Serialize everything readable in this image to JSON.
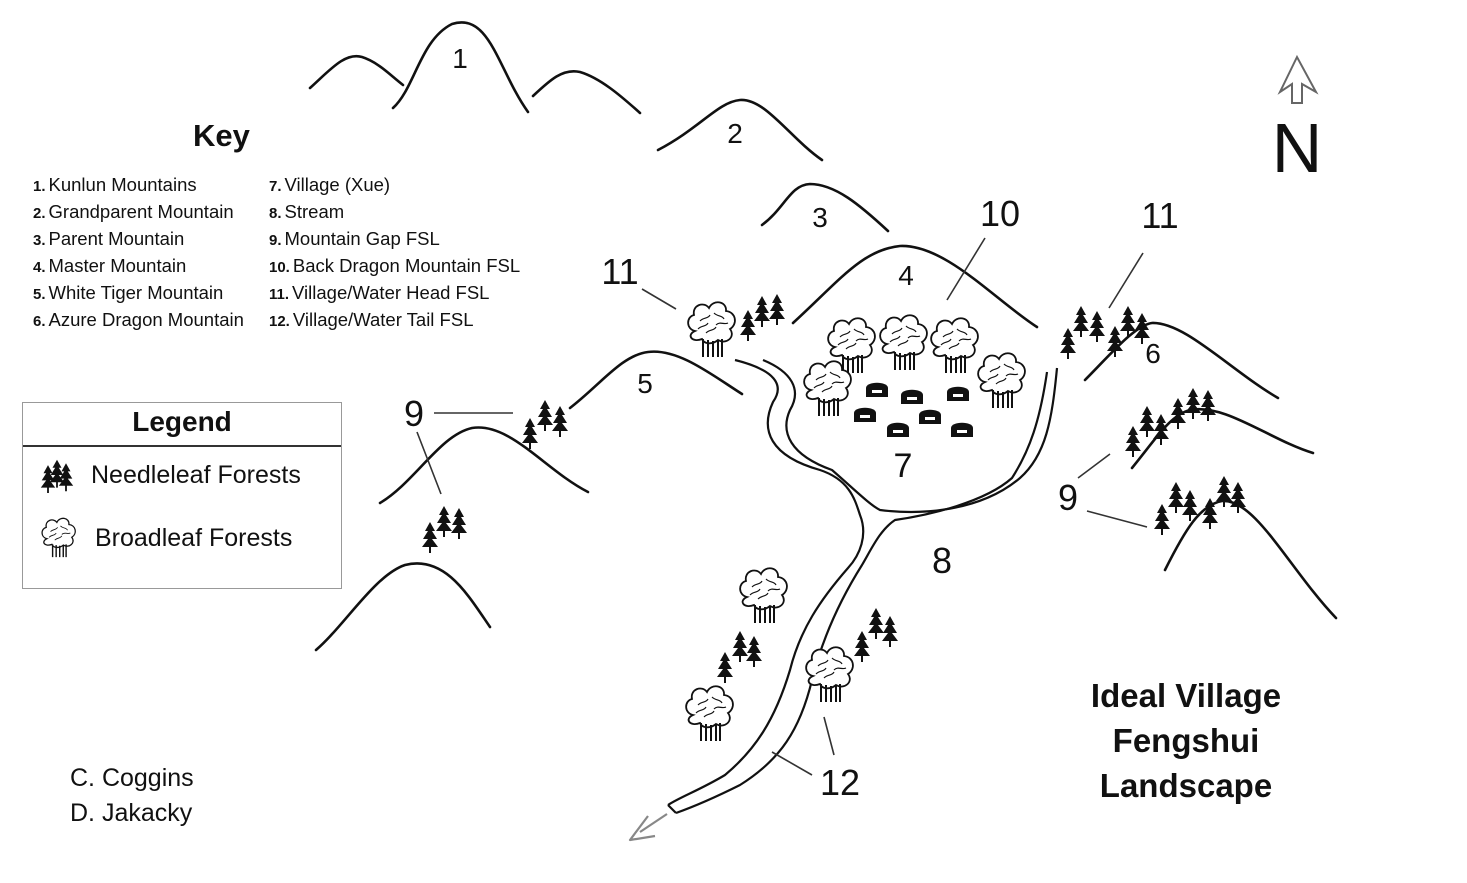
{
  "key": {
    "title": "Key",
    "items": [
      {
        "num": "1.",
        "label": "Kunlun Mountains"
      },
      {
        "num": "2.",
        "label": "Grandparent Mountain"
      },
      {
        "num": "3.",
        "label": "Parent Mountain"
      },
      {
        "num": "4.",
        "label": "Master Mountain"
      },
      {
        "num": "5.",
        "label": "White Tiger Mountain"
      },
      {
        "num": "6.",
        "label": "Azure Dragon Mountain"
      },
      {
        "num": "7.",
        "label": "Village (Xue)"
      },
      {
        "num": "8.",
        "label": "Stream"
      },
      {
        "num": "9.",
        "label": "Mountain Gap FSL"
      },
      {
        "num": "10.",
        "label": "Back Dragon Mountain FSL"
      },
      {
        "num": "11.",
        "label": "Village/Water Head FSL"
      },
      {
        "num": "12.",
        "label": "Village/Water Tail FSL"
      }
    ]
  },
  "legend": {
    "title": "Legend",
    "items": [
      {
        "icon": "needleleaf-tree-icon",
        "label": "Needleleaf Forests"
      },
      {
        "icon": "broadleaf-tree-icon",
        "label": "Broadleaf Forests"
      }
    ]
  },
  "map": {
    "labels": {
      "n1": "1",
      "n2": "2",
      "n3": "3",
      "n4": "4",
      "n5": "5",
      "n6": "6",
      "n7": "7",
      "n8": "8",
      "n9": "9",
      "n10": "10",
      "n11": "11",
      "n12": "12"
    },
    "compass": "N"
  },
  "title": {
    "line1": "Ideal Village",
    "line2": "Fengshui",
    "line3": "Landscape"
  },
  "credits": {
    "author1": "C. Coggins",
    "author2": "D. Jakacky"
  },
  "colors": {
    "ink": "#111111",
    "arrow": "#888888",
    "legend_border": "#999999"
  }
}
